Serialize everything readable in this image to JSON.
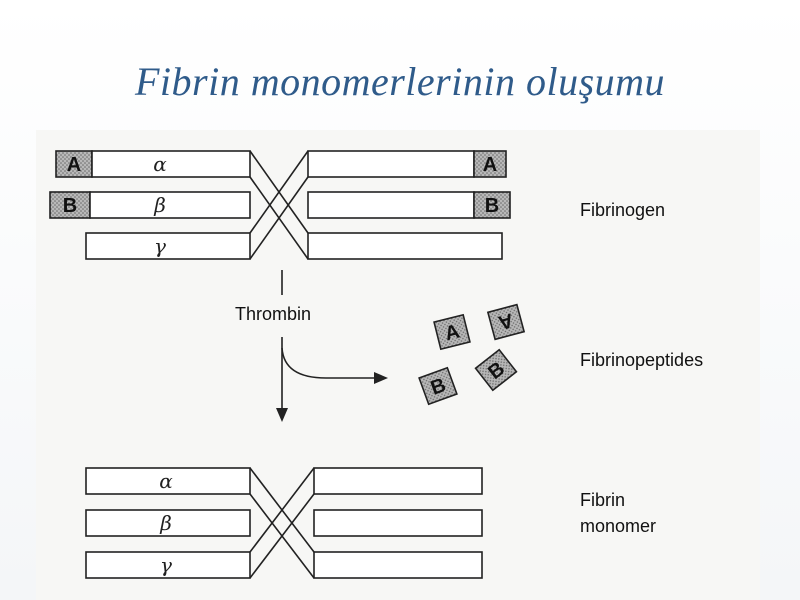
{
  "slide": {
    "title": "Fibrin monomerlerinin oluşumu"
  },
  "diagram": {
    "labels": {
      "fibrinogen": "Fibrinogen",
      "thrombin": "Thrombin",
      "fibrinopeptides": "Fibrinopeptides",
      "fibrin_line1": "Fibrin",
      "fibrin_line2": "monomer"
    },
    "chains": {
      "alpha": "α",
      "beta": "β",
      "gamma": "γ"
    },
    "peptides": {
      "a": "A",
      "b": "B"
    },
    "colors": {
      "stroke": "#222222",
      "peptide_fill": "#9a9a9a",
      "title": "#2f5b8a"
    }
  }
}
